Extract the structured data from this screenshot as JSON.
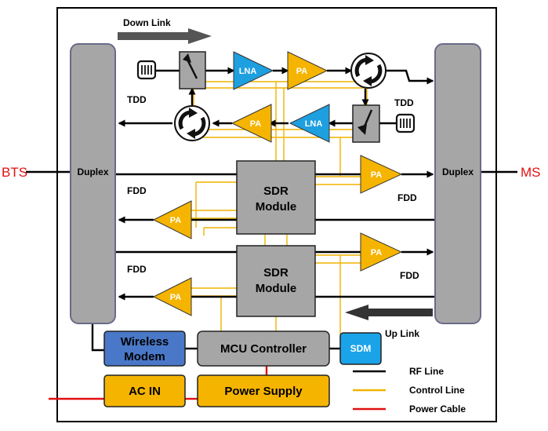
{
  "external": {
    "left": "BTS",
    "right": "MS"
  },
  "blocks": {
    "duplex_left": "Duplex",
    "duplex_right": "Duplex",
    "sdr1_line1": "SDR",
    "sdr1_line2": "Module",
    "sdr2_line1": "SDR",
    "sdr2_line2": "Module",
    "modem_line1": "Wireless",
    "modem_line2": "Modem",
    "mcu": "MCU Controller",
    "sdm": "SDM",
    "ac_in": "AC IN",
    "power_supply": "Power Supply"
  },
  "amplifiers": {
    "lna": "LNA",
    "pa": "PA"
  },
  "labels": {
    "down_link": "Down Link",
    "up_link": "Up Link",
    "tdd": "TDD",
    "fdd": "FDD"
  },
  "legend": [
    {
      "label": "RF Line",
      "color": "#000000"
    },
    {
      "label": "Control Line",
      "color": "#f0b400"
    },
    {
      "label": "Power Cable",
      "color": "#e01010"
    }
  ],
  "colors": {
    "rf": "#000000",
    "control": "#f0b400",
    "power": "#e01010",
    "amplifier": "#f5b400",
    "lna": "#1e9fe0",
    "block_gray": "#a6a6a6",
    "modem_blue": "#4a78c8",
    "sdm_blue": "#1aa3e8"
  }
}
